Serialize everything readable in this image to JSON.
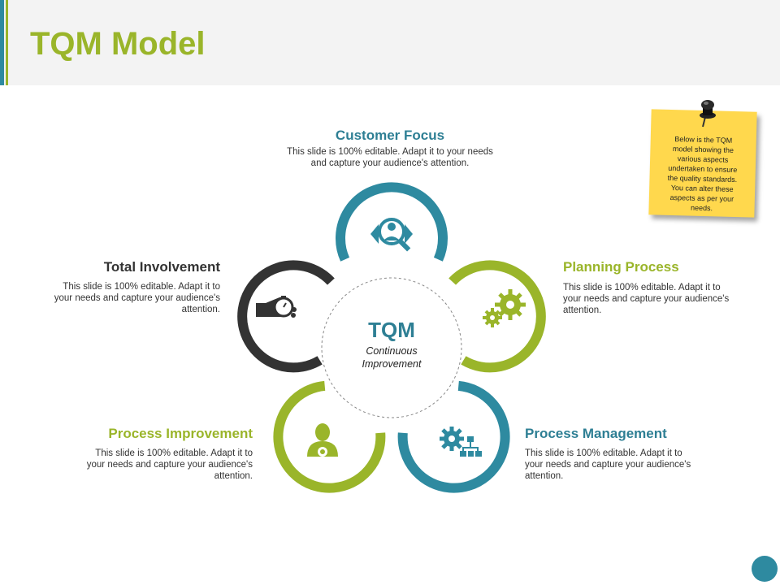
{
  "slide": {
    "title": "TQM Model"
  },
  "center": {
    "title": "TQM",
    "subtitle_line1": "Continuous",
    "subtitle_line2": "Improvement"
  },
  "segments": {
    "customer_focus": {
      "label": "Customer Focus",
      "desc_line1": "This slide is 100% editable. Adapt it to your needs",
      "desc_line2": "and capture your audience's attention."
    },
    "planning_process": {
      "label": "Planning Process",
      "desc_line1": "This slide is 100% editable. Adapt it to",
      "desc_line2": "your needs and capture your audience's",
      "desc_line3": "attention."
    },
    "process_management": {
      "label": "Process Management",
      "desc_line1": "This slide is 100% editable. Adapt it to",
      "desc_line2": "your needs and capture your audience's",
      "desc_line3": "attention."
    },
    "process_improvement": {
      "label": "Process Improvement",
      "desc_line1": "This slide is 100% editable. Adapt it to",
      "desc_line2": "your needs and capture your audience's",
      "desc_line3": "attention."
    },
    "total_involvement": {
      "label": "Total Involvement",
      "desc_line1": "This slide is 100% editable. Adapt it to",
      "desc_line2": "your needs and capture your audience's",
      "desc_line3": "attention."
    }
  },
  "note": {
    "line1": "Below is the TQM",
    "line2": "model showing the",
    "line3": "various aspects",
    "line4": "undertaken to ensure",
    "line5": "the quality standards.",
    "line6": "You can alter these",
    "line7": "aspects as per your",
    "line8": "needs."
  },
  "colors": {
    "green": "#9ab52a",
    "teal": "#2e8aa0",
    "dark": "#333333",
    "note": "#ffd84d"
  },
  "icons": {
    "customer_focus": "magnifier-person-icon",
    "planning_process": "gears-icon",
    "process_management": "gear-hierarchy-icon",
    "process_improvement": "person-gear-icon",
    "total_involvement": "hand-stopwatch-icon"
  }
}
